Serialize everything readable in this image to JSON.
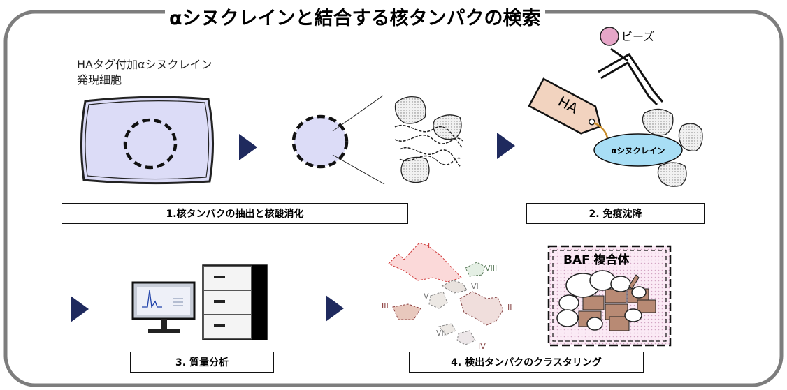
{
  "title": "αシヌクレインと結合する核タンパクの検索",
  "cell_label_line1": "HAタグ付加αシヌクレイン",
  "cell_label_line2": "発現細胞",
  "steps": {
    "step1": "1.核タンパクの抽出と核酸消化",
    "step2": "2. 免疫沈降",
    "step3": "3. 質量分析",
    "step4": "4. 検出タンパクのクラスタリング"
  },
  "labels": {
    "beads": "ビーズ",
    "tag": "HA",
    "protein": "αシヌクレイン",
    "complex": "BAF 複合体"
  },
  "clusters": [
    "I",
    "II",
    "III",
    "IV",
    "V",
    "VI",
    "VII",
    "VIII"
  ],
  "colors": {
    "arrow": "#1f2a5e",
    "nucleus": "#dcdcf7",
    "bead": "#e6a6c8",
    "tag": "#f2d3bf",
    "synuclein": "#a8def5",
    "complex_box": "#fbe8f4",
    "complex_brick": "#b88a74"
  }
}
